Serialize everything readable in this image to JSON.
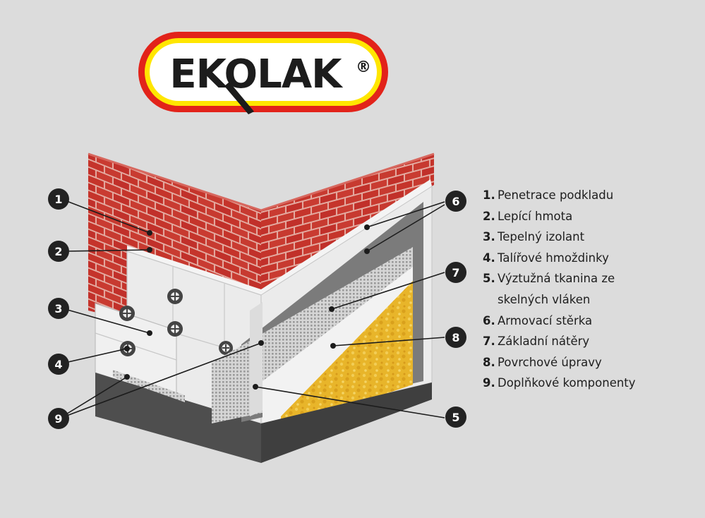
{
  "logo": {
    "text": "EKOLAK",
    "registered": "®",
    "colors": {
      "outer": "#e2231a",
      "band": "#ffe600",
      "inner": "#ffffff",
      "text": "#1c1c1c"
    }
  },
  "markers": [
    {
      "id": "1",
      "label": "1"
    },
    {
      "id": "2",
      "label": "2"
    },
    {
      "id": "3",
      "label": "3"
    },
    {
      "id": "4",
      "label": "4"
    },
    {
      "id": "5",
      "label": "5"
    },
    {
      "id": "6",
      "label": "6"
    },
    {
      "id": "7",
      "label": "7"
    },
    {
      "id": "8",
      "label": "8"
    },
    {
      "id": "9",
      "label": "9"
    }
  ],
  "legend": [
    {
      "num": "1.",
      "text": "Penetrace podkladu"
    },
    {
      "num": "2.",
      "text": "Lepící hmota"
    },
    {
      "num": "3.",
      "text": "Tepelný izolant"
    },
    {
      "num": "4.",
      "text": "Talířové hmoždinky"
    },
    {
      "num": "5.",
      "text": "Výztužná tkanina ze",
      "cont": "skelných vláken"
    },
    {
      "num": "6.",
      "text": "Armovací stěrka"
    },
    {
      "num": "7.",
      "text": "Základní nátěry"
    },
    {
      "num": "8.",
      "text": "Povrchové úpravy"
    },
    {
      "num": "9.",
      "text": "Doplňkové komponenty"
    }
  ],
  "colors": {
    "background": "#dcdcdc",
    "brick": "#c5342b",
    "mortar": "#e9b6ad",
    "insulation": "#ebebeb",
    "mortar_layer": "#7a7a7a",
    "mesh": "#cdcdcd",
    "primer": "#f1f1f1",
    "plaster": "#e9b829",
    "base": "#555555",
    "marker": "#222222"
  }
}
